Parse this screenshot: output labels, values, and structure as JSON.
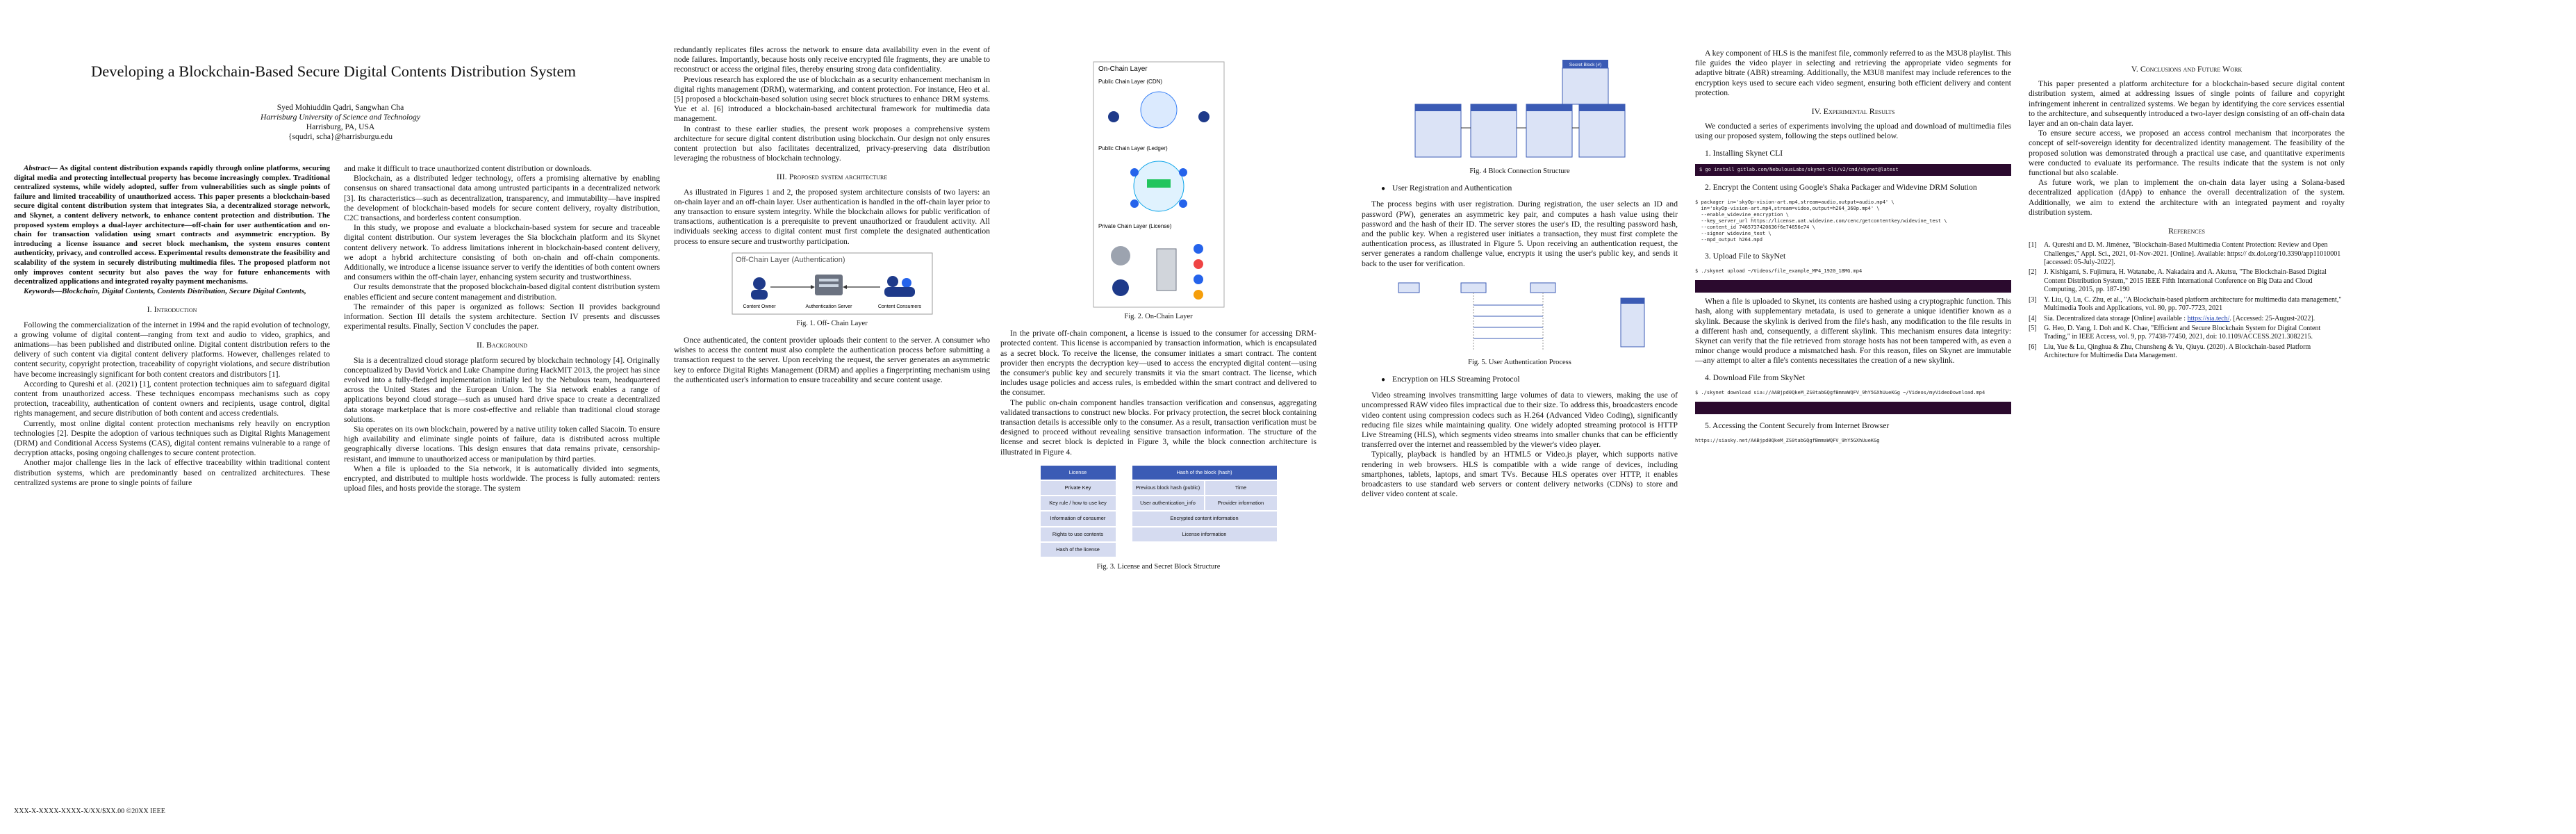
{
  "paper": {
    "title": "Developing a Blockchain-Based Secure Digital Contents Distribution System",
    "authors": "Syed Mohiuddin Qadri, Sangwhan Cha",
    "affiliation": "Harrisburg University of Science and Technology",
    "location": "Harrisburg, PA, USA",
    "email": "{squdri, scha}@harrisburgu.edu",
    "footer": "XXX-X-XXXX-XXXX-X/XX/$XX.00 ©20XX IEEE"
  },
  "col1": {
    "abstract_label": "Abstract—",
    "abstract_body": " As digital content distribution expands rapidly through online platforms, securing digital media and protecting intellectual property has become increasingly complex. Traditional centralized systems, while widely adopted, suffer from vulnerabilities such as single points of failure and limited traceability of unauthorized access. This paper presents a blockchain-based secure digital content distribution system that integrates Sia, a decentralized storage network, and Skynet, a content delivery network, to enhance content protection and distribution. The proposed system employs a dual-layer architecture—off-chain for user authentication and on-chain for transaction validation using smart contracts and asymmetric encryption. By introducing a license issuance and secret block mechanism, the system ensures content authenticity, privacy, and controlled access. Experimental results demonstrate the feasibility and scalability of the system in securely distributing multimedia files. The proposed platform not only improves content security but also paves the way for future enhancements with decentralized applications and integrated royalty payment mechanisms.",
    "keywords_label": "Keywords—",
    "keywords_body": "Blockchain, Digital Contents, Contents Distribution, Secure Digital Contents,",
    "sec1": "I.   Introduction",
    "p1": "Following the commercialization of the internet in 1994 and the rapid evolution of technology, a growing volume of digital content—ranging from text and audio to video, graphics, and animations—has been published and distributed online. Digital content distribution refers to the delivery of such content via digital content delivery platforms. However, challenges related to content security, copyright protection, traceability of copyright violations, and secure distribution have become increasingly significant for both content creators and distributors [1].",
    "p2": "According to Qureshi et al. (2021) [1], content protection techniques aim to safeguard digital content from unauthorized access. These techniques encompass mechanisms such as copy protection, traceability, authentication of content owners and recipients, usage control, digital rights management, and secure distribution of both content and access credentials.",
    "p3": "Currently, most online digital content protection mechanisms rely heavily on encryption technologies [2]. Despite the adoption of various techniques such as Digital Rights Management (DRM) and Conditional Access Systems (CAS), digital content remains vulnerable to a range of decryption attacks, posing ongoing challenges to secure content protection.",
    "p4": "Another major challenge lies in the lack of effective traceability within traditional content distribution systems, which are predominantly based on centralized architectures. These centralized systems are prone to single points of failure"
  },
  "col2": {
    "p1": "and make it difficult to trace unauthorized content distribution or downloads.",
    "p2": "Blockchain, as a distributed ledger technology, offers a promising alternative by enabling consensus on shared transactional data among untrusted participants in a decentralized network [3]. Its characteristics—such as decentralization, transparency, and immutability—have inspired the development of blockchain-based models for secure content delivery, royalty distribution, C2C transactions, and borderless content consumption.",
    "p3": "In this study, we propose and evaluate a blockchain-based system for secure and traceable digital content distribution. Our system leverages the Sia blockchain platform and its Skynet content delivery network. To address limitations inherent in blockchain-based content delivery, we adopt a hybrid architecture consisting of both on-chain and off-chain components. Additionally, we introduce a license issuance server to verify the identities of both content owners and consumers within the off-chain layer, enhancing system security and trustworthiness.",
    "p4": "Our results demonstrate that the proposed blockchain-based digital content distribution system enables efficient and secure content management and distribution.",
    "p5": "The remainder of this paper is organized as follows: Section II provides background information. Section III details the system architecture. Section IV presents and discusses experimental results. Finally, Section V concludes the paper.",
    "sec2": "II.   Background",
    "p6": "Sia is a decentralized cloud storage platform secured by blockchain technology [4]. Originally conceptualized by David Vorick and Luke Champine during HackMIT 2013, the project has since evolved into a fully-fledged implementation initially led by the Nebulous team, headquartered across the United States and the European Union. The Sia network enables a range of applications beyond cloud storage—such as unused hard drive space to create a decentralized data storage marketplace that is more cost-effective and reliable than traditional cloud storage solutions.",
    "p7": "Sia operates on its own blockchain, powered by a native utility token called Siacoin. To ensure high availability and eliminate single points of failure, data is distributed across multiple geographically diverse locations. This design ensures that data remains private, censorship-resistant, and immune to unauthorized access or manipulation by third parties.",
    "p8": "When a file is uploaded to the Sia network, it is automatically divided into segments, encrypted, and distributed to multiple hosts worldwide. The process is fully automated: renters upload files, and hosts provide the storage. The system"
  },
  "col3": {
    "p1": "redundantly replicates files across the network to ensure data availability even in the event of node failures. Importantly, because hosts only receive encrypted file fragments, they are unable to reconstruct or access the original files, thereby ensuring strong data confidentiality.",
    "p2": "Previous research has explored the use of blockchain as a security enhancement mechanism in digital rights management (DRM), watermarking, and content protection. For instance, Heo et al. [5] proposed a blockchain-based solution using secret block structures to enhance DRM systems. Yue et al. [6] introduced a blockchain-based architectural framework for multimedia data management.",
    "p3": "In contrast to these earlier studies, the present work proposes a comprehensive system architecture for secure digital content distribution using blockchain. Our design not only ensures content protection but also facilitates decentralized, privacy-preserving data distribution leveraging the robustness of blockchain technology.",
    "sec3": "III.   Proposed system architecture",
    "p4": "As illustrated in Figures 1 and 2, the proposed system architecture consists of two layers: an on-chain layer and an off-chain layer. User authentication is handled in the off-chain layer prior to any transaction to ensure system integrity. While the blockchain allows for public verification of transactions, authentication is a prerequisite to prevent unauthorized or fraudulent activity. All individuals seeking access to digital content must first complete the designated authentication process to ensure secure and trustworthy participation.",
    "fig1_title": "Off-Chain Layer (Authentication)",
    "fig1_owner": "Content Owner",
    "fig1_server": "Authentication Server",
    "fig1_consumer": "Content Consumers",
    "fig1_caption": "Fig. 1. Off- Chain Layer",
    "p5": "Once authenticated, the content provider uploads their content to the server. A consumer who wishes to access the content must also complete the authentication process before submitting a transaction request to the server. Upon receiving the request, the server generates an asymmetric key to enforce Digital Rights Management (DRM) and applies a fingerprinting mechanism using the authenticated user's information to ensure traceability and secure content usage."
  },
  "col4": {
    "fig2_title": "On-Chain Layer",
    "fig2_l1": "Public Chain Layer (CDN)",
    "fig2_l2": "Public Chain Layer (Ledger)",
    "fig2_l3": "Private Chain Layer (License)",
    "fig2_caption": "Fig. 2. On-Chain Layer",
    "p1": "In the private off-chain component, a license is issued to the consumer for accessing DRM-protected content. This license is accompanied by transaction information, which is encapsulated as a secret block. To receive the license, the consumer initiates a smart contract. The content provider then encrypts the decryption key—used to access the encrypted digital content—using the consumer's public key and securely transmits it via the smart contract. The license, which includes usage policies and access rules, is embedded within the smart contract and delivered to the consumer.",
    "p2": "The public on-chain component handles transaction verification and consensus, aggregating validated transactions to construct new blocks. For privacy protection, the secret block containing transaction details is accessible only to the consumer. As a result, transaction verification must be designed to proceed without revealing sensitive transaction information. The structure of the license and secret block is depicted in Figure 3, while the block connection architecture is illustrated in Figure 4.",
    "table_license_hdr": "License",
    "table_hash_hdr": "Hash of the block (hash)",
    "table_license_rows": [
      "Private Key",
      "Key rule / how to use key",
      "Information of consumer",
      "Rights to use contents",
      "Hash of the license"
    ],
    "table_hash_row1a": "Previous block hash (public)",
    "table_hash_row1b": "Time",
    "table_hash_row2a": "User authentication_info",
    "table_hash_row2b": "Provider information",
    "table_hash_row3": "Encrypted content information",
    "table_hash_row4": "License information",
    "fig3_caption": "Fig. 3. License and Secret Block Structure"
  },
  "col5": {
    "fig4_secret": "Secret Block (#)",
    "fig4_caption": "Fig. 4 Block Connection Structure",
    "bullet1": "User Registration and Authentication",
    "p1": "The process begins with user registration. During registration, the user selects an ID and password (PW), generates an asymmetric key pair, and computes a hash value using their password and the hash of their ID. The server stores the user's ID, the resulting password hash, and the public key. When a registered user initiates a transaction, they must first complete the authentication process, as illustrated in Figure 5. Upon receiving an authentication request, the server generates a random challenge value, encrypts it using the user's public key, and sends it back to the user for verification.",
    "fig5_caption": "Fig. 5. User Authentication Process",
    "bullet2": "Encryption on HLS Streaming Protocol",
    "p2": "Video streaming involves transmitting large volumes of data to viewers, making the use of uncompressed RAW video files impractical due to their size. To address this, broadcasters encode video content using compression codecs such as H.264 (Advanced Video Coding), significantly reducing file sizes while maintaining quality. One widely adopted streaming protocol is HTTP Live Streaming (HLS), which segments video streams into smaller chunks that can be efficiently transferred over the internet and reassembled by the viewer's video player.",
    "p3": "Typically, playback is handled by an HTML5 or Video.js player, which supports native rendering in web browsers. HLS is compatible with a wide range of devices, including smartphones, tablets, laptops, and smart TVs. Because HLS operates over HTTP, it enables broadcasters to use standard web servers or content delivery networks (CDNs) to store and deliver video content at scale."
  },
  "col6": {
    "p1": "A key component of HLS is the manifest file, commonly referred to as the M3U8 playlist. This file guides the video player in selecting and retrieving the appropriate video segments for adaptive bitrate (ABR) streaming. Additionally, the M3U8 manifest may include references to the encryption keys used to secure each video segment, ensuring both efficient delivery and content protection.",
    "sec4": "IV.   Experimental Results",
    "p2": "We conducted a series of experiments involving the upload and download of multimedia files using our proposed system, following the steps outlined below.",
    "s1": "1.   Installing Skynet CLI",
    "s2": "2.   Encrypt the Content using Google's Shaka Packager and Widevine DRM Solution",
    "s3": "3.   Upload File to SkyNet",
    "p3": "When a file is uploaded to Skynet, its contents are hashed using a cryptographic function. This hash, along with supplementary metadata, is used to generate a unique identifier known as a skylink. Because the skylink is derived from the file's hash, any modification to the file results in a different hash and, consequently, a different skylink. This mechanism ensures data integrity: Skynet can verify that the file retrieved from storage hosts has not been tampered with, as even a minor change would produce a mismatched hash. For this reason, files on Skynet are immutable—any attempt to alter a file's contents necessitates the creation of a new skylink.",
    "s4": "4.   Download File from SkyNet",
    "s5": "5.   Accessing the Content Securely from Internet Browser",
    "cmd1": "$ go install gitlab.com/NebulousLabs/skynet-cli/v2/cmd/skynet@latest",
    "cmd2": "$ packager in='skyOp-vision-art.mp4,stream=audio,output=audio.mp4' \\\n  in='skyOp-vision-art.mp4,stream=video,output=h264_360p.mp4' \\\n  --enable_widevine_encryption \\\n  --key_server_url https://license.uat.widevine.com/cenc/getcontentkey/widevine_test \\\n  --content_id 7465737420636f6e74656e74 \\\n  --signer widevine_test \\\n  --mpd_output h264.mpd",
    "cmd3": "$ ./skynet upload ~/Videos/file_example_MP4_1920_18MG.mp4",
    "cmd4": "$ ./skynet download sia://AABjpd0QkeM_ZS0tabGQgfBmmaWQFV_9hY5GXhUueKGg ~/Videos/myVideoDownload.mp4",
    "cmd5": "https://siasky.net/AABjpd0QkeM_ZS0tabGQgfBmmaWQFV_9hY5GXhUueKGg"
  },
  "col7": {
    "sec5": "V.   Conclusions and Future Work",
    "p1": "This paper presented a platform architecture for a blockchain-based secure digital content distribution system, aimed at addressing issues of single points of failure and copyright infringement inherent in centralized systems. We began by identifying the core services essential to the architecture, and subsequently introduced a two-layer design consisting of an off-chain data layer and an on-chain data layer.",
    "p2": "To ensure secure access, we proposed an access control mechanism that incorporates the concept of self-sovereign identity for decentralized identity management. The feasibility of the proposed solution was demonstrated through a practical use case, and quantitative experiments were conducted to evaluate its performance. The results indicate that the system is not only functional but also scalable.",
    "p3": "As future work, we plan to implement the on-chain data layer using a Solana-based decentralized application (dApp) to enhance the overall decentralization of the system. Additionally, we aim to extend the architecture with an integrated payment and royalty distribution system.",
    "refs_title": "References",
    "refs": [
      {
        "n": "[1]",
        "t": "A. Qureshi and D. M. Jiménez, \"Blockchain-Based Multimedia Content Protection: Review and Open Challenges,\" Appl. Sci., 2021, 01-Nov-2021. [Online]. Available: https:// dx.doi.org/10.3390/app11010001 [accessed: 05-July-2022]."
      },
      {
        "n": "[2]",
        "t": "J. Kishigami, S. Fujimura, H. Watanabe, A. Nakadaira and A. Akutsu, \"The Blockchain-Based Digital Content Distribution System,\" 2015 IEEE Fifth International Conference on Big Data and Cloud Computing, 2015, pp. 187-190"
      },
      {
        "n": "[3]",
        "t": "Y. Liu, Q. Lu, C. Zhu, et al., \"A Blockchain-based platform architecture for multimedia data management,\" Multimedia Tools and Applications, vol. 80, pp. 707-7723, 2021"
      },
      {
        "n": "[4]",
        "t": "Sia. Decentralized data storage [Online] available : "
      },
      {
        "n": "[5]",
        "t": "G. Heo, D. Yang, I. Doh and K. Chae, \"Efficient and Secure Blockchain System for Digital Content Trading,\" in IEEE Access, vol. 9, pp. 77438-77450, 2021, doi: 10.1109/ACCESS.2021.3082215."
      },
      {
        "n": "[6]",
        "t": "Liu, Yue & Lu, Qinghua & Zhu, Chunsheng & Yu, Qiuyu. (2020). A Blockchain-based Platform Architecture for Multimedia Data Management."
      }
    ],
    "ref4_link": "https://sia.tech/",
    "ref4_after": ". [Accessed: 25-August-2022]."
  }
}
